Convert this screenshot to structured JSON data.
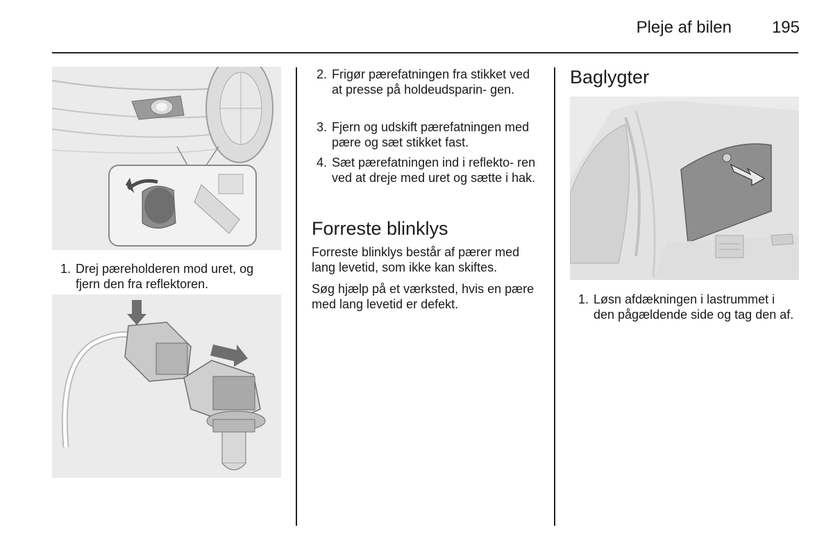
{
  "header": {
    "section_title": "Pleje af bilen",
    "page_number": "195"
  },
  "column1": {
    "step1": {
      "num": "1.",
      "text": "Drej pæreholderen mod uret, og fjern den fra reflektoren."
    }
  },
  "column2": {
    "steps": [
      {
        "num": "2.",
        "text": "Frigør pærefatningen fra stikket ved at presse på holdeudsparin- gen."
      },
      {
        "num": "3.",
        "text": "Fjern og udskift pærefatningen med pære og sæt stikket fast."
      },
      {
        "num": "4.",
        "text": "Sæt pærefatningen ind i reflekto- ren ved at dreje med uret og sætte i hak."
      }
    ],
    "heading": "Forreste blinklys",
    "paragraphs": [
      "Forreste blinklys består af pærer med lang levetid, som ikke kan skiftes.",
      "Søg hjælp på et værksted, hvis en pære med lang levetid er defekt."
    ]
  },
  "column3": {
    "heading": "Baglygter",
    "step1": {
      "num": "1.",
      "text": "Løsn afdækningen i lastrummet i den pågældende side og tag den af."
    }
  }
}
